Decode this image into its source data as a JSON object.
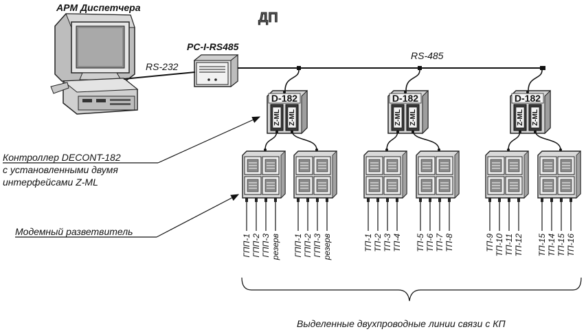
{
  "labels": {
    "arm": "АРМ Диспетчера",
    "dp": "ДП",
    "pc_rs485": "PC-I-RS485",
    "rs232": "RS-232",
    "rs485": "RS-485",
    "controller_line1": "Контроллер DECONT-182",
    "controller_line2": "с установленными двумя",
    "controller_line3": "интерфейсами Z-ML",
    "splitter": "Модемный разветвитель",
    "lines": "Выделенные двухпроводные линии связи с КП"
  },
  "controllers": [
    {
      "name": "D-182",
      "iface": [
        "Z-ML",
        "Z-ML"
      ]
    },
    {
      "name": "D-182",
      "iface": [
        "Z-ML",
        "Z-ML"
      ]
    },
    {
      "name": "D-182",
      "iface": [
        "Z-ML",
        "Z-ML"
      ]
    }
  ],
  "channels": [
    [
      "ГПП-1",
      "ГПП-2",
      "ГПП-3",
      "резерв"
    ],
    [
      "ГПП-1",
      "ГПП-2",
      "ГПП-3",
      "резерв"
    ],
    [
      "ТП-1",
      "ТП-2",
      "ТП-3",
      "ТП-4"
    ],
    [
      "ТП-5",
      "ТП-6",
      "ТП-7",
      "ТП-8"
    ],
    [
      "ТП-9",
      "ТП-10",
      "ТП-11",
      "ТП-12"
    ],
    [
      "ТП-15",
      "ТП-14",
      "ТП-15",
      "ТП-16"
    ]
  ]
}
